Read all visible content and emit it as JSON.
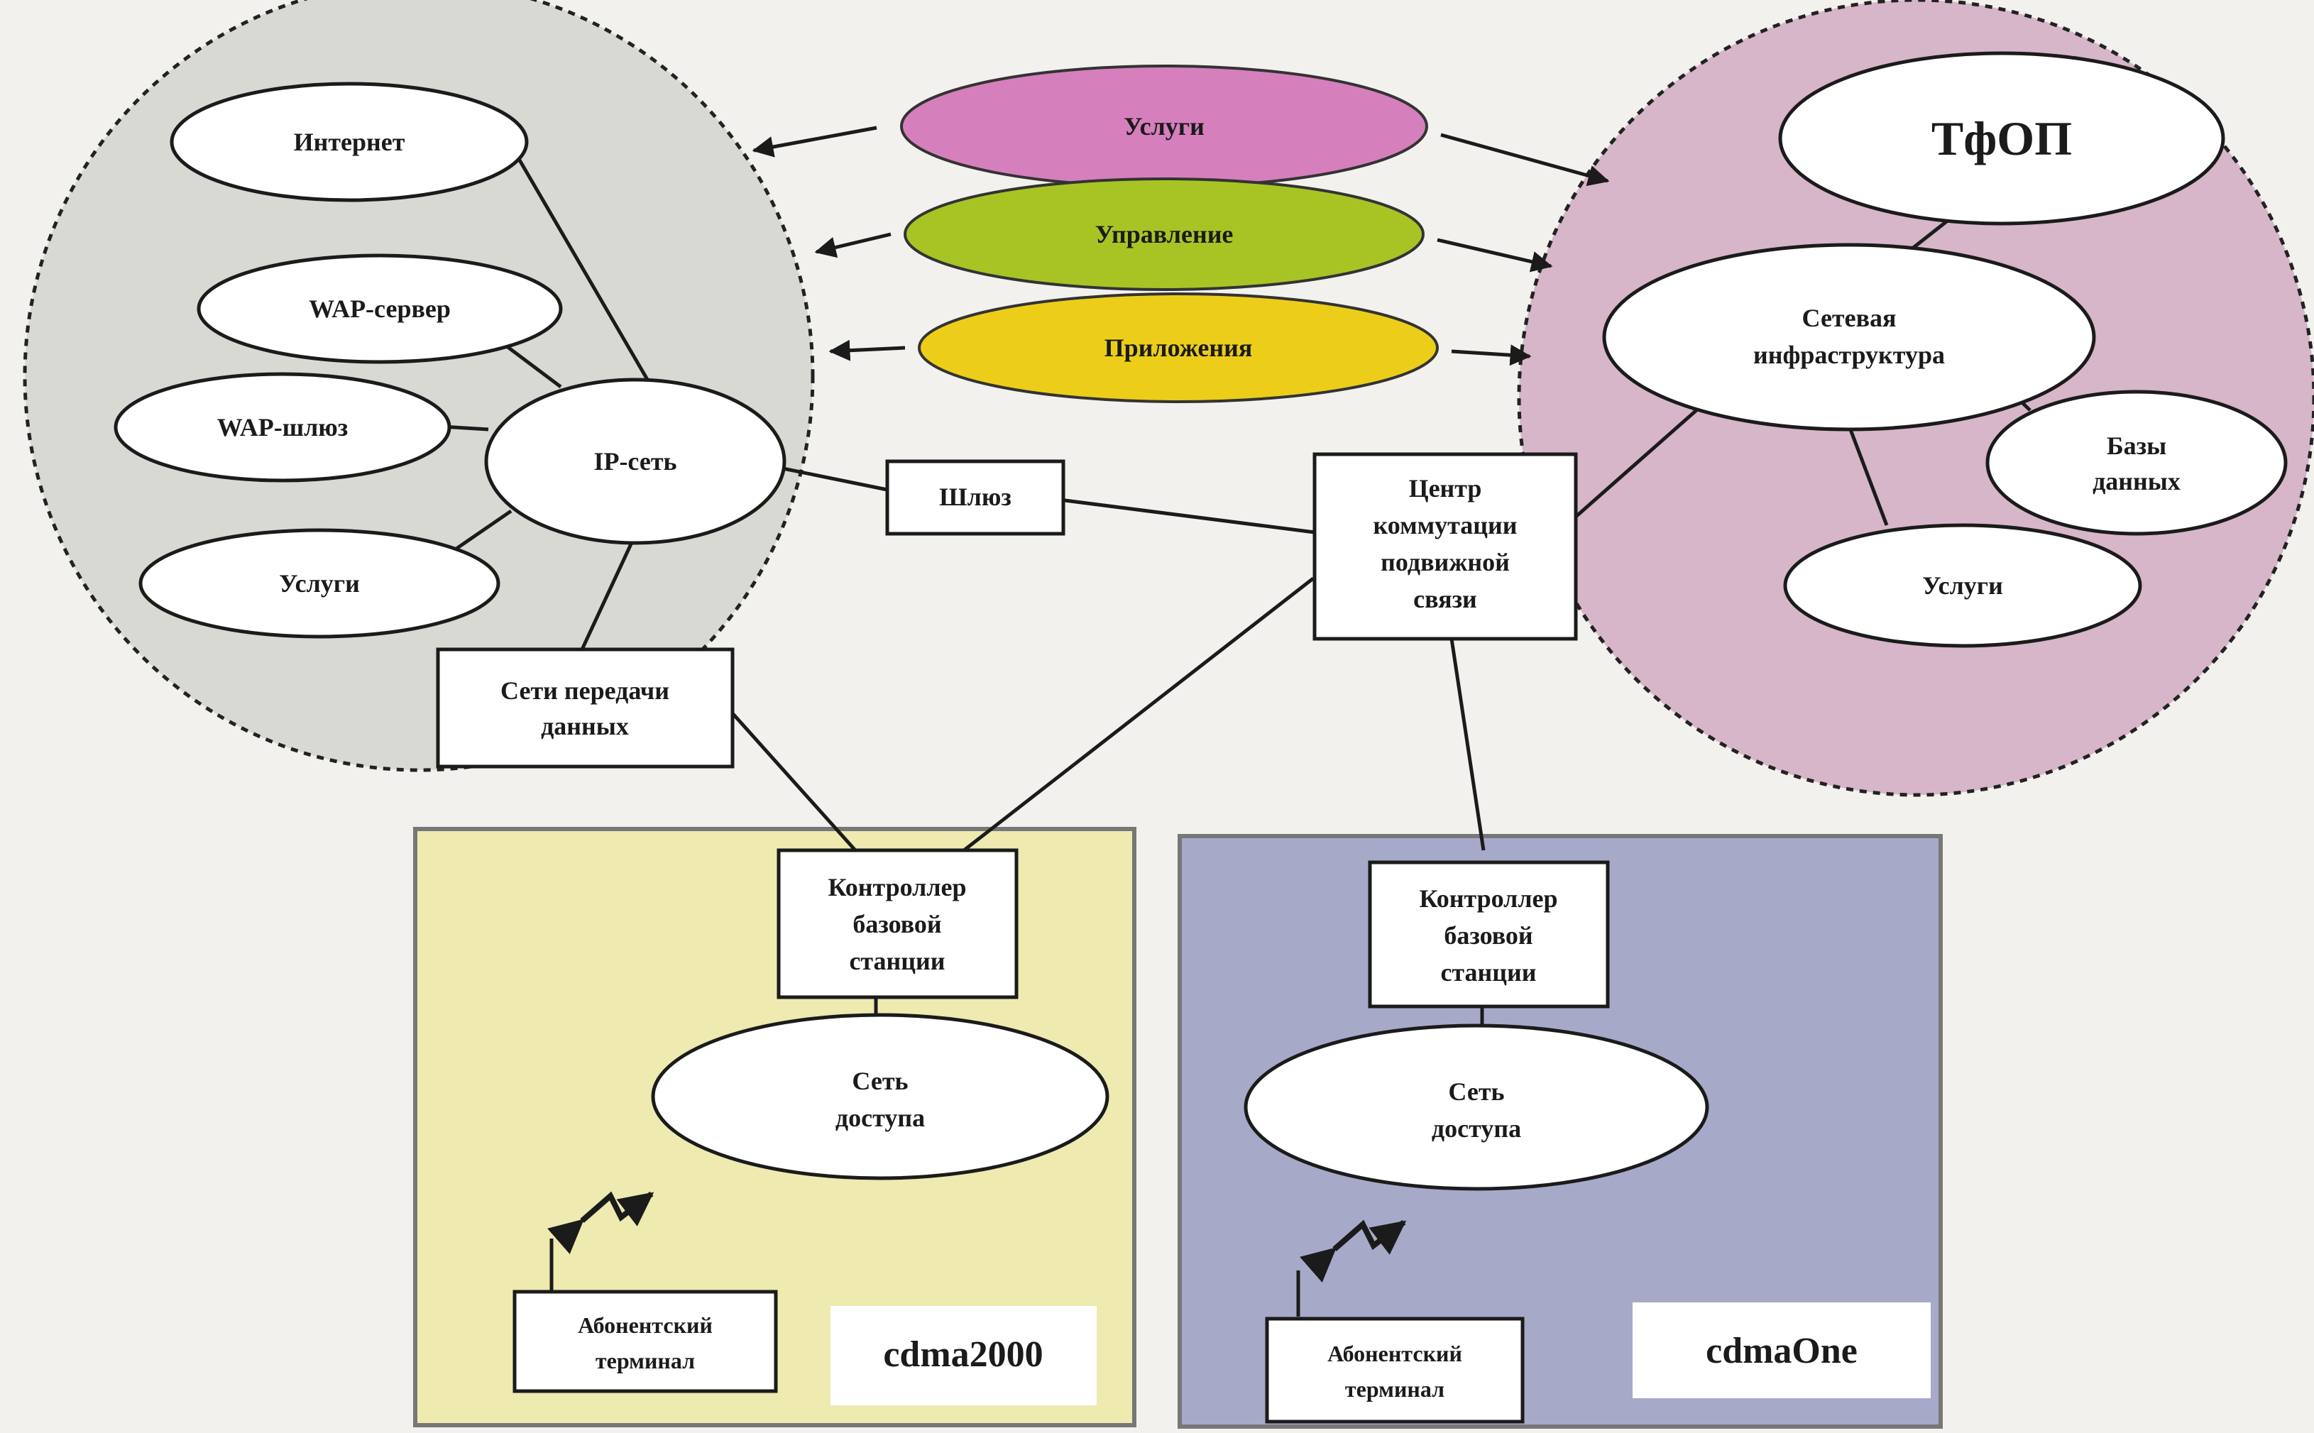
{
  "layers": [
    {
      "label": "Услуги",
      "color": "#d67fbd"
    },
    {
      "label": "Управление",
      "color": "#a8c424"
    },
    {
      "label": "Приложения",
      "color": "#ecce1a"
    }
  ],
  "ip_network": {
    "hub": "IP-сеть",
    "nodes": [
      "Интернет",
      "WAP-сервер",
      "WAP-шлюз",
      "Услуги"
    ],
    "data_network": [
      "Сети передачи",
      "данных"
    ]
  },
  "pstn": {
    "title": "ТфОП",
    "infrastructure": [
      "Сетевая",
      "инфраструктура"
    ],
    "databases": [
      "Базы",
      "данных"
    ],
    "services": "Услуги"
  },
  "gateway": "Шлюз",
  "msc": [
    "Центр",
    "коммутации",
    "подвижной",
    "связи"
  ],
  "cdma2000": {
    "name": "cdma2000",
    "bsc": [
      "Контроллер",
      "базовой",
      "станции"
    ],
    "access": [
      "Сеть",
      "доступа"
    ],
    "terminal": [
      "Абонентский",
      "терминал"
    ]
  },
  "cdmaone": {
    "name": "cdmaOne",
    "bsc": [
      "Контроллер",
      "базовой",
      "станции"
    ],
    "access": [
      "Сеть",
      "доступа"
    ],
    "terminal": [
      "Абонентский",
      "терминал"
    ]
  },
  "colors": {
    "ip_region": "#d9d9d3",
    "pstn_region": "#d6b6c8",
    "cdma2000_region": "#eeeab0",
    "cdmaone_region": "#a7a9c9",
    "box": "#ffffff",
    "stroke": "#1b1b1b"
  }
}
